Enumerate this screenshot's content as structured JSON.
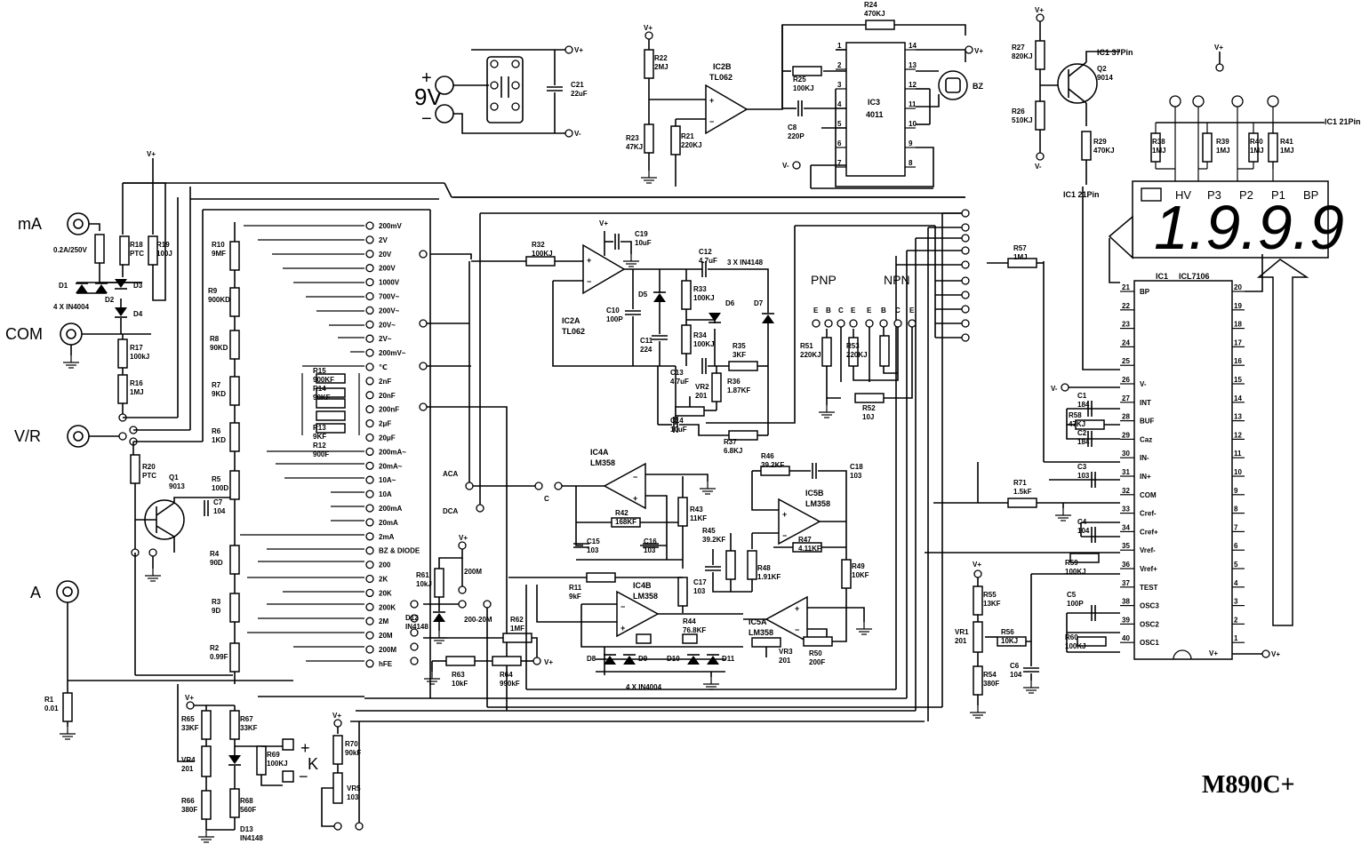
{
  "title": "M890C+",
  "terminals": {
    "ma": "mA",
    "com": "COM",
    "vr": "V/R",
    "a": "A",
    "bat": "9V",
    "plus": "+",
    "minus": "−"
  },
  "power": {
    "vplus": "V+",
    "vminus": "V-",
    "ic1_37": "IC1 37Pin",
    "ic1_21": "IC1 21Pin",
    "ic1_21b": "IC1 21Pin"
  },
  "display": {
    "reading": "1.9.9.9",
    "annunciators": [
      "HV",
      "P3",
      "P2",
      "P1",
      "BP"
    ],
    "battery_icon": "battery-icon"
  },
  "ics": {
    "ic1": {
      "ref": "IC1",
      "part": "ICL7106"
    },
    "ic2a": {
      "ref": "IC2A",
      "part": "TL062"
    },
    "ic2b": {
      "ref": "IC2B",
      "part": "TL062"
    },
    "ic3": {
      "ref": "IC3",
      "part": "4011"
    },
    "ic4a": {
      "ref": "IC4A",
      "part": "LM358"
    },
    "ic4b": {
      "ref": "IC4B",
      "part": "LM358"
    },
    "ic5a": {
      "ref": "IC5A",
      "part": "LM358"
    },
    "ic5b": {
      "ref": "IC5B",
      "part": "LM358"
    }
  },
  "ic1_pins_left": [
    {
      "n": "21",
      "name": "BP"
    },
    {
      "n": "22",
      "name": ""
    },
    {
      "n": "23",
      "name": ""
    },
    {
      "n": "24",
      "name": ""
    },
    {
      "n": "25",
      "name": ""
    },
    {
      "n": "26",
      "name": "V-"
    },
    {
      "n": "27",
      "name": "INT"
    },
    {
      "n": "28",
      "name": "BUF"
    },
    {
      "n": "29",
      "name": "Caz"
    },
    {
      "n": "30",
      "name": "IN-"
    },
    {
      "n": "31",
      "name": "IN+"
    },
    {
      "n": "32",
      "name": "COM"
    },
    {
      "n": "33",
      "name": "Cref-"
    },
    {
      "n": "34",
      "name": "Cref+"
    },
    {
      "n": "35",
      "name": "Vref-"
    },
    {
      "n": "36",
      "name": "Vref+"
    },
    {
      "n": "37",
      "name": "TEST"
    },
    {
      "n": "38",
      "name": "OSC3"
    },
    {
      "n": "39",
      "name": "OSC2"
    },
    {
      "n": "40",
      "name": "OSC1"
    }
  ],
  "ic1_pins_right": [
    "20",
    "19",
    "18",
    "17",
    "16",
    "15",
    "14",
    "13",
    "12",
    "11",
    "10",
    "9",
    "8",
    "7",
    "6",
    "5",
    "4",
    "3",
    "2",
    "1"
  ],
  "ic1_vplus": "V+",
  "ic3_pins_left": [
    "1",
    "2",
    "3",
    "4",
    "5",
    "6",
    "7"
  ],
  "ic3_pins_right": [
    "14",
    "13",
    "12",
    "11",
    "10",
    "9",
    "8"
  ],
  "range_switch": [
    "200mV",
    "2V",
    "20V",
    "200V",
    "1000V",
    "700V~",
    "200V~",
    "20V~",
    "2V~",
    "200mV~",
    "℃",
    "2nF",
    "20nF",
    "200nF",
    "2μF",
    "20μF",
    "200mA~",
    "20mA~",
    "10A~",
    "10A",
    "200mA",
    "20mA",
    "2mA",
    "BZ & DIODE",
    "200",
    "2K",
    "20K",
    "200K",
    "2M",
    "20M",
    "200M",
    "hFE"
  ],
  "components": [
    {
      "ref": "R1",
      "val": "0.01"
    },
    {
      "ref": "R2",
      "val": "0.99F"
    },
    {
      "ref": "R3",
      "val": "9D"
    },
    {
      "ref": "R4",
      "val": "90D"
    },
    {
      "ref": "R5",
      "val": "100D"
    },
    {
      "ref": "R6",
      "val": "1KD"
    },
    {
      "ref": "R7",
      "val": "9KD"
    },
    {
      "ref": "R8",
      "val": "90KD"
    },
    {
      "ref": "R9",
      "val": "900KD"
    },
    {
      "ref": "R10",
      "val": "9MF"
    },
    {
      "ref": "R12",
      "val": "900F"
    },
    {
      "ref": "R13",
      "val": "9KF"
    },
    {
      "ref": "R14",
      "val": "90KF"
    },
    {
      "ref": "R15",
      "val": "900KF"
    },
    {
      "ref": "R16",
      "val": "1MJ"
    },
    {
      "ref": "R17",
      "val": "100kJ"
    },
    {
      "ref": "R18",
      "val": "PTC"
    },
    {
      "ref": "R19",
      "val": "100J"
    },
    {
      "ref": "R20",
      "val": "PTC"
    },
    {
      "ref": "R21",
      "val": "220KJ"
    },
    {
      "ref": "R22",
      "val": "2MJ"
    },
    {
      "ref": "R23",
      "val": "47KJ"
    },
    {
      "ref": "R24",
      "val": "470KJ"
    },
    {
      "ref": "R25",
      "val": "100KJ"
    },
    {
      "ref": "R26",
      "val": "510KJ"
    },
    {
      "ref": "R27",
      "val": "820KJ"
    },
    {
      "ref": "R29",
      "val": "470KJ"
    },
    {
      "ref": "R32",
      "val": "100KJ"
    },
    {
      "ref": "R33",
      "val": "100KJ"
    },
    {
      "ref": "R34",
      "val": "100KJ"
    },
    {
      "ref": "R35",
      "val": "3KF"
    },
    {
      "ref": "R36",
      "val": "1.87KF"
    },
    {
      "ref": "R37",
      "val": "6.8KJ"
    },
    {
      "ref": "R38",
      "val": "1MJ"
    },
    {
      "ref": "R39",
      "val": "1MJ"
    },
    {
      "ref": "R40",
      "val": "1MJ"
    },
    {
      "ref": "R41",
      "val": "1MJ"
    },
    {
      "ref": "R42",
      "val": "168KF"
    },
    {
      "ref": "R43",
      "val": "11KF"
    },
    {
      "ref": "R44",
      "val": "76.8KF"
    },
    {
      "ref": "R45",
      "val": "39.2KF"
    },
    {
      "ref": "R46",
      "val": "39.2KF"
    },
    {
      "ref": "R47",
      "val": "4.11KF"
    },
    {
      "ref": "R48",
      "val": "1.91KF"
    },
    {
      "ref": "R49",
      "val": "10KF"
    },
    {
      "ref": "R50",
      "val": "200F"
    },
    {
      "ref": "R51",
      "val": "220KJ"
    },
    {
      "ref": "R52",
      "val": "10J"
    },
    {
      "ref": "R53",
      "val": "220KJ"
    },
    {
      "ref": "R54",
      "val": "380F"
    },
    {
      "ref": "R55",
      "val": "13KF"
    },
    {
      "ref": "R56",
      "val": "10KJ"
    },
    {
      "ref": "R57",
      "val": "1MJ"
    },
    {
      "ref": "R58",
      "val": "47KJ"
    },
    {
      "ref": "R59",
      "val": "100KJ"
    },
    {
      "ref": "R60",
      "val": "100KJ"
    },
    {
      "ref": "R61",
      "val": "10kJ"
    },
    {
      "ref": "R62",
      "val": "1MF"
    },
    {
      "ref": "R63",
      "val": "10kF"
    },
    {
      "ref": "R64",
      "val": "990kF"
    },
    {
      "ref": "R65",
      "val": "33KF"
    },
    {
      "ref": "R66",
      "val": "380F"
    },
    {
      "ref": "R67",
      "val": "33KF"
    },
    {
      "ref": "R68",
      "val": "560F"
    },
    {
      "ref": "R69",
      "val": "100KJ"
    },
    {
      "ref": "R70",
      "val": "90kF"
    },
    {
      "ref": "R71",
      "val": "1.5kF"
    },
    {
      "ref": "R11",
      "val": "9kF"
    },
    {
      "ref": "C1",
      "val": "184"
    },
    {
      "ref": "C2",
      "val": "184"
    },
    {
      "ref": "C3",
      "val": "103"
    },
    {
      "ref": "C4",
      "val": "104"
    },
    {
      "ref": "C5",
      "val": "100P"
    },
    {
      "ref": "C6",
      "val": "104"
    },
    {
      "ref": "C7",
      "val": "104"
    },
    {
      "ref": "C8",
      "val": "220P"
    },
    {
      "ref": "C10",
      "val": "100P"
    },
    {
      "ref": "C11",
      "val": "224"
    },
    {
      "ref": "C12",
      "val": "4.7uF"
    },
    {
      "ref": "C13",
      "val": "4.7uF"
    },
    {
      "ref": "C14",
      "val": "10uF"
    },
    {
      "ref": "C15",
      "val": "103"
    },
    {
      "ref": "C16",
      "val": "103"
    },
    {
      "ref": "C17",
      "val": "103"
    },
    {
      "ref": "C18",
      "val": "103"
    },
    {
      "ref": "C19",
      "val": "10uF"
    },
    {
      "ref": "C21",
      "val": "22uF"
    },
    {
      "ref": "VR1",
      "val": "201"
    },
    {
      "ref": "VR2",
      "val": "201"
    },
    {
      "ref": "VR3",
      "val": "201"
    },
    {
      "ref": "VR4",
      "val": "201"
    },
    {
      "ref": "VR5",
      "val": "103"
    },
    {
      "ref": "Q1",
      "val": "9013"
    },
    {
      "ref": "Q2",
      "val": "9014"
    },
    {
      "ref": "D12",
      "val": "IN4148"
    },
    {
      "ref": "D13",
      "val": "IN4148"
    },
    {
      "ref": "D1",
      "val": ""
    },
    {
      "ref": "D2",
      "val": ""
    },
    {
      "ref": "D3",
      "val": ""
    },
    {
      "ref": "D4",
      "val": ""
    },
    {
      "ref": "D5",
      "val": ""
    },
    {
      "ref": "D6",
      "val": ""
    },
    {
      "ref": "D7",
      "val": ""
    },
    {
      "ref": "D8",
      "val": ""
    },
    {
      "ref": "D9",
      "val": ""
    },
    {
      "ref": "D10",
      "val": ""
    },
    {
      "ref": "D11",
      "val": ""
    }
  ],
  "notes": {
    "fuse": "0.2A/250V",
    "d1_d4": "4 X IN4004",
    "d5_d7": "3 X IN4148",
    "d8_d11": "4 X IN4004",
    "bz": "BZ",
    "pnp": "PNP",
    "npn": "NPN",
    "k": "K",
    "aca": "ACA",
    "dca": "DCA",
    "c_conn": "C",
    "m200": "200M",
    "m200_20": "200-20M",
    "ebce": [
      "E",
      "B",
      "C",
      "E",
      "E",
      "B",
      "C",
      "E"
    ]
  }
}
